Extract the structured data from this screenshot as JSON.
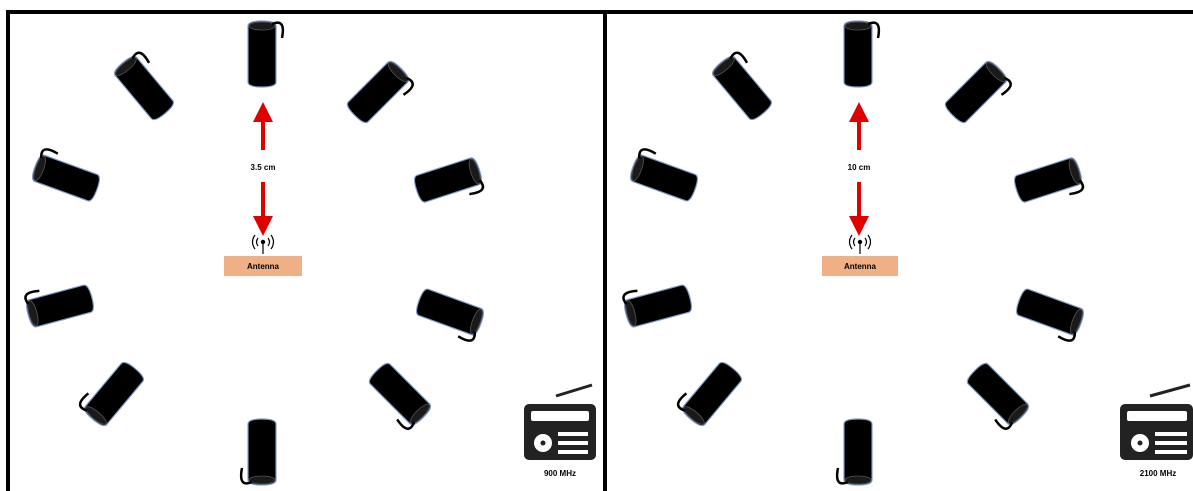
{
  "panels": [
    {
      "distance_label": "3.5 cm",
      "antenna_label": "Antenna",
      "frequency_label": "900 MHz"
    },
    {
      "distance_label": "10 cm",
      "antenna_label": "Antenna",
      "frequency_label": "2100 MHz"
    }
  ],
  "colors": {
    "border": "#000000",
    "arrow": "#e00000",
    "antenna_box": "#f0b085",
    "device": "#000000",
    "device_outline": "#7f9bc4",
    "radio": "#222222"
  },
  "icons": {
    "device": "phone-cylinder-icon",
    "antenna": "antenna-signal-icon",
    "radio": "radio-icon"
  }
}
